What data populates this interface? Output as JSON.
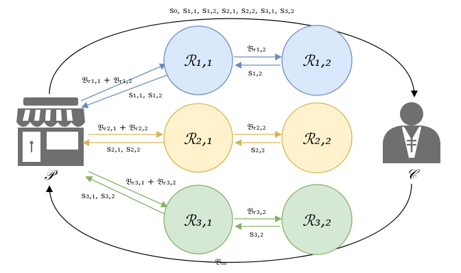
{
  "top_label": "s₀, s₁,₁, s₁,₂, s₂,₁, s₂,₂, s₃,₁, s₃,₂",
  "bottom_label": "𝔅ₘ",
  "provider": {
    "label": "𝒫",
    "icon": "store-icon"
  },
  "consumer": {
    "label": "𝒞",
    "icon": "person-yen-icon"
  },
  "colors": {
    "row1": "#6c8ebf",
    "row2": "#d6b656",
    "row3": "#82b366",
    "fill1": "#dae8fc",
    "fill2": "#fff2cc",
    "fill3": "#d5e8d4",
    "gray": "#6f6f6f"
  },
  "rows": [
    {
      "node_a": "ℛ₁,₁",
      "node_b": "ℛ₁,₂",
      "to_node_label": "𝔅ᵣ₁,₁ + 𝔅ᵣ₁,₂",
      "from_node_label": "s₁,₁, s₁,₂",
      "forward_label": "𝔅ᵣ₁,₂",
      "back_label": "s₁,₂"
    },
    {
      "node_a": "ℛ₂,₁",
      "node_b": "ℛ₂,₂",
      "to_node_label": "𝔅ᵣ₂,₁ + 𝔅ᵣ₂,₂",
      "from_node_label": "s₂,₁, s₂,₂",
      "forward_label": "𝔅ᵣ₂,₂",
      "back_label": "s₂,₂"
    },
    {
      "node_a": "ℛ₃,₁",
      "node_b": "ℛ₃,₂",
      "to_node_label": "𝔅ᵣ₃,₁ + 𝔅ᵣ₃,₂",
      "from_node_label": "s₃,₁, s₃,₂",
      "forward_label": "𝔅ᵣ₃,₂",
      "back_label": "s₃,₂"
    }
  ]
}
